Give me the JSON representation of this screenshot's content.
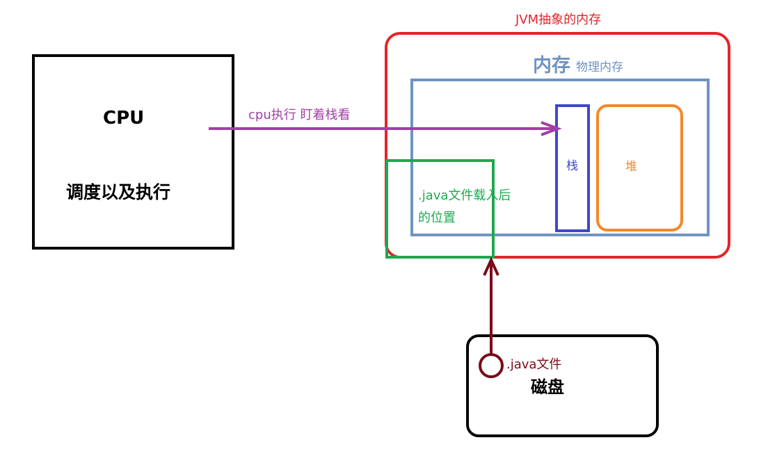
{
  "cpu": {
    "title": "CPU",
    "subtitle": "调度以及执行"
  },
  "cpu_arrow": {
    "label": "cpu执行 盯着栈看",
    "color": "#a13fa6"
  },
  "jvm": {
    "label": "JVM抽象的内存",
    "color": "#e3242b"
  },
  "memory": {
    "title": "内存",
    "subtitle": "物理内存",
    "color": "#6f93c3"
  },
  "stack": {
    "label": "栈",
    "color": "#3d48c8"
  },
  "heap": {
    "label": "堆",
    "color": "#f5862a"
  },
  "java_load": {
    "line1": ".java文件载入后",
    "line2": "的位置",
    "color": "#1fa84f"
  },
  "disk": {
    "title": "磁盘",
    "file_label": ".java文件",
    "arrow_color": "#7a0a18"
  }
}
